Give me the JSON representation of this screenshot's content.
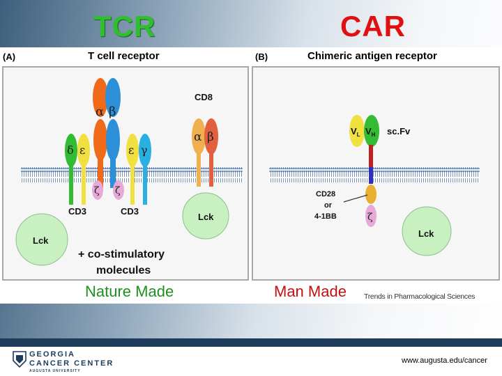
{
  "titles": {
    "left": "TCR",
    "right": "CAR"
  },
  "panels": {
    "a": {
      "label": "(A)",
      "title": "T cell receptor",
      "labels": {
        "cd8": "CD8",
        "cd3_left": "CD3",
        "cd3_right": "CD3",
        "lck_left": "Lck",
        "lck_right": "Lck",
        "costim_line1": "+ co-stimulatory",
        "costim_line2": "molecules"
      },
      "greek": {
        "alpha": "α",
        "beta": "β",
        "delta": "δ",
        "epsilon": "ε",
        "gamma": "γ",
        "zeta": "ζ"
      }
    },
    "b": {
      "label": "(B)",
      "title": "Chimeric antigen receptor",
      "labels": {
        "vl": "V",
        "vl_sub": "L",
        "vh": "V",
        "vh_sub": "H",
        "scfv": "sc.Fv",
        "cd28": "CD28",
        "or": "or",
        "bb": "4-1BB",
        "zeta": "ζ",
        "lck": "Lck"
      }
    }
  },
  "captions": {
    "left": "Nature Made",
    "right": "Man Made",
    "credit": "Trends in Pharmacological Sciences"
  },
  "footer": {
    "logo_line1": "GEORGIA",
    "logo_line2": "CANCER CENTER",
    "logo_line3": "AUGUSTA UNIVERSITY",
    "website": "www.augusta.edu/cancer"
  },
  "colors": {
    "alpha": "#f06a1a",
    "beta": "#2c8fd8",
    "delta": "#33bb33",
    "epsilon": "#f0e040",
    "gamma": "#2ab0e0",
    "zeta": "#e8a8d8",
    "lck": "#c8f0c0",
    "cd8_alpha": "#f0b050",
    "cd8_beta": "#e06040",
    "vl": "#f0e040",
    "vh": "#33bb33",
    "hinge": "#c02020",
    "tm": "#3030c0",
    "costim": "#e8b030",
    "membrane": "#9fb8d8",
    "footer_bar": "#1d3b5a"
  }
}
